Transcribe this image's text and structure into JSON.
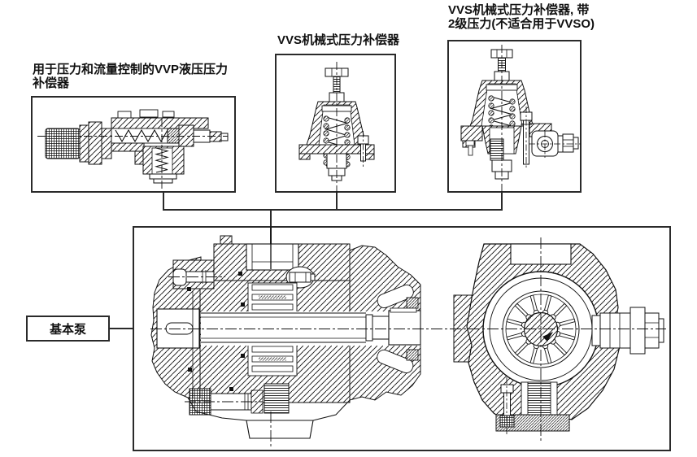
{
  "page": {
    "background": "#ffffff",
    "border_color": "#2a2a2a",
    "line_color": "#1a1a1a"
  },
  "callouts": {
    "vvp": {
      "line1": "用于压力和流量控制的VVP液压压力",
      "line2": "补偿器"
    },
    "vvs": {
      "line1": "VVS机械式压力补偿器"
    },
    "vvs_two_stage": {
      "line1": "VVS机械式压力补偿器, 带",
      "line2": "2级压力(不适合用于VVSO)"
    }
  },
  "base_pump": {
    "label": "基本泵"
  },
  "figures": {
    "vvp_drawing": "vvp-hydraulic-compensator-section",
    "vvs_drawing": "vvs-mechanical-compensator-section",
    "vvs_two_stage_drawing": "vvs-two-stage-compensator-section",
    "pump_side_view": "base-pump-longitudinal-section",
    "pump_front_view": "base-pump-end-view"
  }
}
